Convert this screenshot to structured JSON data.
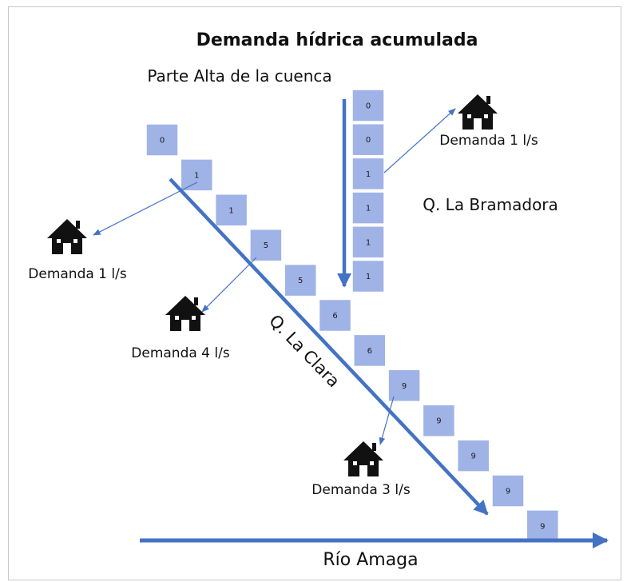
{
  "title": "Demanda hídrica acumulada",
  "subtitle": "Parte Alta de la cuenca",
  "streams": {
    "bramadora": "Q. La Bramadora",
    "clara": "Q. La Clara",
    "river": "Río Amaga"
  },
  "bramadora_values": [
    "0",
    "0",
    "1",
    "1",
    "1",
    "1"
  ],
  "clara_values": [
    "0",
    "1",
    "1",
    "5",
    "5",
    "6",
    "6",
    "9",
    "9",
    "9",
    "9",
    "9"
  ],
  "demands": {
    "bramadora": "Demanda 1 l/s",
    "clara_1": "Demanda 1 l/s",
    "clara_2": "Demanda 4 l/s",
    "clara_3": "Demanda 3 l/s"
  },
  "colors": {
    "arrow": "#4472c4",
    "cell_fill": "#9fb3e6",
    "cell_stroke": "#ffffff",
    "house": "#111111"
  },
  "icons": [
    "house-icon"
  ]
}
